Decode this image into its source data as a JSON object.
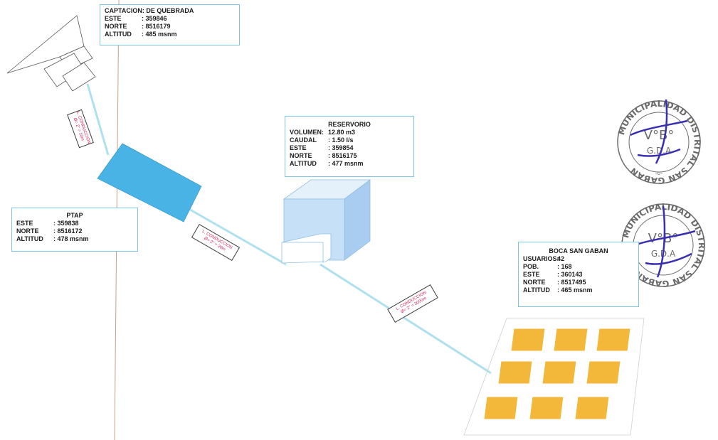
{
  "captacion": {
    "title": "CAPTACION: DE QUEBRADA",
    "rows": [
      {
        "k": "ESTE",
        "v": ": 359846"
      },
      {
        "k": "NORTE",
        "v": ": 8516179"
      },
      {
        "k": "ALTITUD",
        "v": ": 485 msnm"
      }
    ]
  },
  "reservorio": {
    "title": "RESERVORIO",
    "rows": [
      {
        "k": "VOLUMEN:",
        "v": "12.80 m3"
      },
      {
        "k": "CAUDAL",
        "v": ": 1.50 l/s"
      },
      {
        "k": "ESTE",
        "v": ": 359854"
      },
      {
        "k": "NORTE",
        "v": ": 8516175"
      },
      {
        "k": "ALTITUD",
        "v": ": 477 msnm"
      }
    ]
  },
  "ptap": {
    "title": "PTAP",
    "rows": [
      {
        "k": "ESTE",
        "v": ": 359838"
      },
      {
        "k": "NORTE",
        "v": ": 8516172"
      },
      {
        "k": "ALTITUD",
        "v": ": 478 msnm"
      }
    ]
  },
  "boca": {
    "title": "BOCA SAN GABAN",
    "rows": [
      {
        "k": "USUARIOS:",
        "v": "42"
      },
      {
        "k": "POB.",
        "v": ": 168"
      },
      {
        "k": "ESTE",
        "v": ": 360143"
      },
      {
        "k": "NORTE",
        "v": ": 8517495"
      },
      {
        "k": "ALTITUD",
        "v": ": 465 msnm"
      }
    ]
  },
  "tags": {
    "conduccion_1": {
      "line1": "L. CONDUCCION",
      "line2": "Ø= 2\" = 10m"
    },
    "conduccion_2": {
      "line1": "L. CONDUCCION",
      "line2": "Ø= 2\" = 20m"
    },
    "conduccion_3": {
      "line1": "L. CONDUCCION",
      "line2": "Ø= 2\" = 3000m"
    }
  },
  "stamps": {
    "ring_text": "MUNICIPALIDAD DISTRITAL SAN GABAN",
    "center_top": "V°B°",
    "center_bottom": "G.D.A",
    "separator": "-o-"
  },
  "colors": {
    "pipe": "#aee0ef",
    "box_border": "#7fc6e4",
    "ptap_fill": "#4ab3e6",
    "reservoir_fill": "#c6e1f7",
    "house_fill": "#f3b83a",
    "tag_text": "#d8245a",
    "stamp": "#6a6a6a",
    "signature": "#3a2fb0"
  }
}
